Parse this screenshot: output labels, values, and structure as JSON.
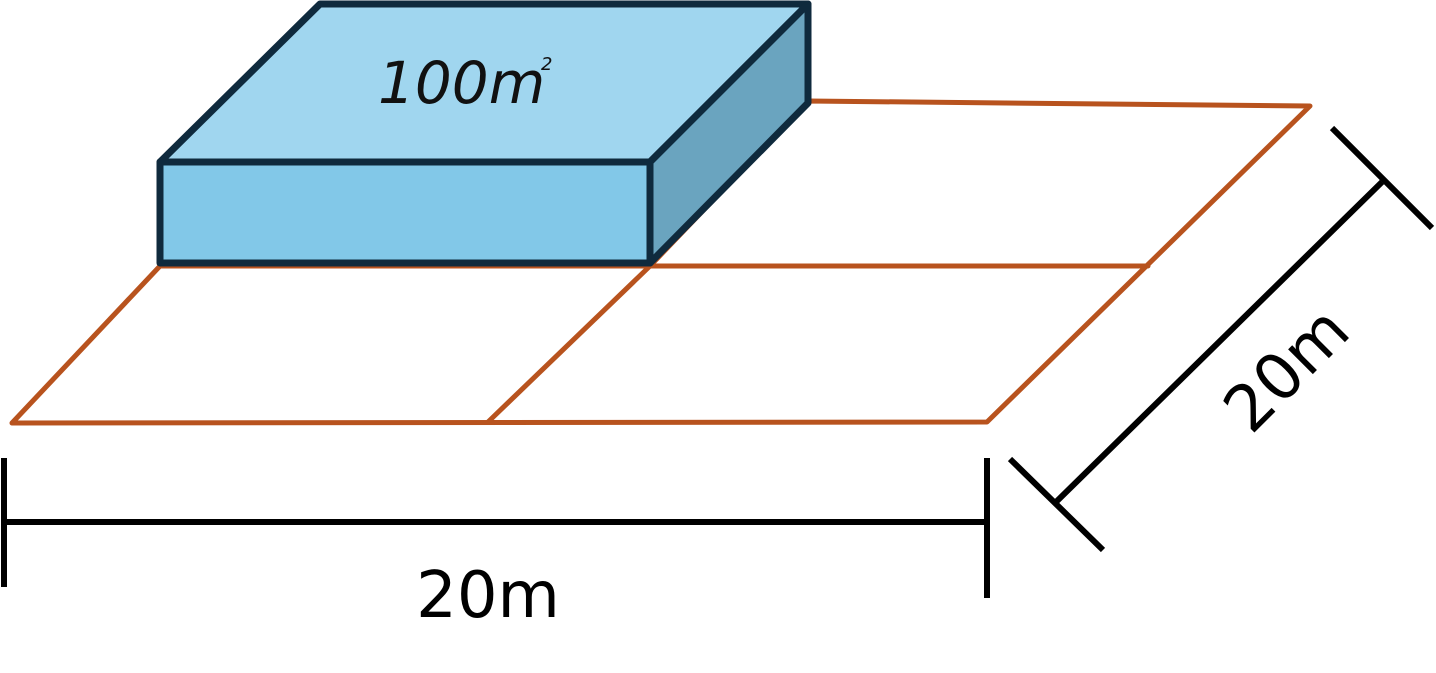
{
  "diagram": {
    "block_area_label": "100m",
    "block_area_unit_superscript": "2",
    "width_label": "20m",
    "depth_label": "20m",
    "colors": {
      "grid_line": "#b8531e",
      "block_top": "#a0d6ef",
      "block_front": "#82c8e8",
      "block_side": "#6aa4bf",
      "block_outline": "#0f2a3d",
      "dimension_line": "#000000"
    }
  }
}
